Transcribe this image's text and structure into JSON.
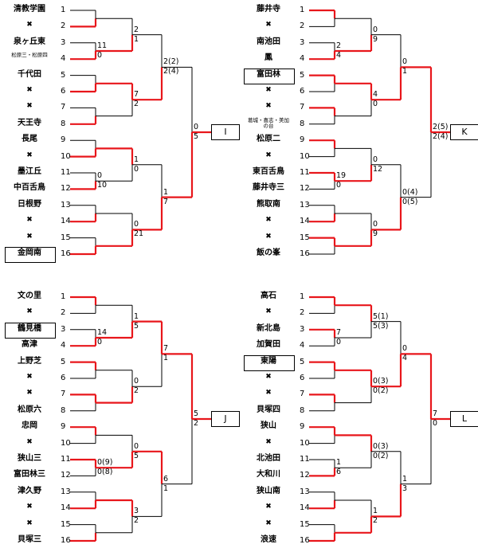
{
  "brackets": [
    {
      "block": "I",
      "teams": [
        {
          "seed": "1",
          "name": "清教学園"
        },
        {
          "seed": "2",
          "name": "✖"
        },
        {
          "seed": "3",
          "name": "泉ヶ丘東"
        },
        {
          "seed": "4",
          "name": "松原三・松原四"
        },
        {
          "seed": "5",
          "name": "千代田"
        },
        {
          "seed": "6",
          "name": "✖"
        },
        {
          "seed": "7",
          "name": "✖"
        },
        {
          "seed": "8",
          "name": "天王寺"
        },
        {
          "seed": "9",
          "name": "長尾"
        },
        {
          "seed": "10",
          "name": "✖"
        },
        {
          "seed": "11",
          "name": "墨江丘"
        },
        {
          "seed": "12",
          "name": "中百舌鳥"
        },
        {
          "seed": "13",
          "name": "日根野"
        },
        {
          "seed": "14",
          "name": "✖"
        },
        {
          "seed": "15",
          "name": "✖"
        },
        {
          "seed": "16",
          "name": "金岡南"
        }
      ],
      "r1": [
        {
          "top": "",
          "bot": ""
        },
        {
          "top": "11",
          "bot": "0"
        },
        {
          "top": "",
          "bot": ""
        },
        {
          "top": "",
          "bot": ""
        },
        {
          "top": "",
          "bot": ""
        },
        {
          "top": "0",
          "bot": "10"
        },
        {
          "top": "",
          "bot": ""
        },
        {
          "top": "",
          "bot": ""
        }
      ],
      "r2": [
        {
          "top": "2",
          "bot": "1"
        },
        {
          "top": "7",
          "bot": "2"
        },
        {
          "top": "1",
          "bot": "0"
        },
        {
          "top": "0",
          "bot": "21"
        }
      ],
      "r3": [
        {
          "top": "2(2)",
          "bot": "2(4)"
        },
        {
          "top": "1",
          "bot": "7"
        }
      ],
      "r4": {
        "top": "0",
        "bot": "5"
      }
    },
    {
      "block": "K",
      "teams": [
        {
          "seed": "1",
          "name": "藤井寺"
        },
        {
          "seed": "2",
          "name": "✖"
        },
        {
          "seed": "3",
          "name": "南池田"
        },
        {
          "seed": "4",
          "name": "鳳"
        },
        {
          "seed": "5",
          "name": "富田林"
        },
        {
          "seed": "6",
          "name": "✖"
        },
        {
          "seed": "7",
          "name": "✖"
        },
        {
          "seed": "8",
          "name": "葛城・喜志・美加の台"
        },
        {
          "seed": "9",
          "name": "松原二"
        },
        {
          "seed": "10",
          "name": "✖"
        },
        {
          "seed": "11",
          "name": "東百舌鳥"
        },
        {
          "seed": "12",
          "name": "藤井寺三"
        },
        {
          "seed": "13",
          "name": "熊取南"
        },
        {
          "seed": "14",
          "name": "✖"
        },
        {
          "seed": "15",
          "name": "✖"
        },
        {
          "seed": "16",
          "name": "飯の峯"
        }
      ],
      "r1": [
        {
          "top": "",
          "bot": ""
        },
        {
          "top": "2",
          "bot": "4"
        },
        {
          "top": "",
          "bot": ""
        },
        {
          "top": "",
          "bot": ""
        },
        {
          "top": "",
          "bot": ""
        },
        {
          "top": "19",
          "bot": "0"
        },
        {
          "top": "",
          "bot": ""
        },
        {
          "top": "",
          "bot": ""
        }
      ],
      "r2": [
        {
          "top": "0",
          "bot": "9"
        },
        {
          "top": "4",
          "bot": "0"
        },
        {
          "top": "0",
          "bot": "12"
        },
        {
          "top": "0",
          "bot": "9"
        }
      ],
      "r3": [
        {
          "top": "0",
          "bot": "1"
        },
        {
          "top": "0(4)",
          "bot": "0(5)"
        }
      ],
      "r4": {
        "top": "2(5)",
        "bot": "2(4)"
      }
    },
    {
      "block": "J",
      "teams": [
        {
          "seed": "1",
          "name": "文の里"
        },
        {
          "seed": "2",
          "name": "✖"
        },
        {
          "seed": "3",
          "name": "鶴見橋"
        },
        {
          "seed": "4",
          "name": "高津"
        },
        {
          "seed": "5",
          "name": "上野芝"
        },
        {
          "seed": "6",
          "name": "✖"
        },
        {
          "seed": "7",
          "name": "✖"
        },
        {
          "seed": "8",
          "name": "松原六"
        },
        {
          "seed": "9",
          "name": "忠岡"
        },
        {
          "seed": "10",
          "name": "✖"
        },
        {
          "seed": "11",
          "name": "狭山三"
        },
        {
          "seed": "12",
          "name": "富田林三"
        },
        {
          "seed": "13",
          "name": "津久野"
        },
        {
          "seed": "14",
          "name": "✖"
        },
        {
          "seed": "15",
          "name": "✖"
        },
        {
          "seed": "16",
          "name": "貝塚三"
        }
      ],
      "r1": [
        {
          "top": "",
          "bot": ""
        },
        {
          "top": "14",
          "bot": "0"
        },
        {
          "top": "",
          "bot": ""
        },
        {
          "top": "",
          "bot": ""
        },
        {
          "top": "",
          "bot": ""
        },
        {
          "top": "0(9)",
          "bot": "0(8)"
        },
        {
          "top": "",
          "bot": ""
        },
        {
          "top": "",
          "bot": ""
        }
      ],
      "r2": [
        {
          "top": "1",
          "bot": "5"
        },
        {
          "top": "0",
          "bot": "2"
        },
        {
          "top": "0",
          "bot": "5"
        },
        {
          "top": "3",
          "bot": "2"
        }
      ],
      "r3": [
        {
          "top": "7",
          "bot": "1"
        },
        {
          "top": "6",
          "bot": "1"
        }
      ],
      "r4": {
        "top": "5",
        "bot": "2"
      }
    },
    {
      "block": "L",
      "teams": [
        {
          "seed": "1",
          "name": "高石"
        },
        {
          "seed": "2",
          "name": "✖"
        },
        {
          "seed": "3",
          "name": "新北島"
        },
        {
          "seed": "4",
          "name": "加賀田"
        },
        {
          "seed": "5",
          "name": "東陽"
        },
        {
          "seed": "6",
          "name": "✖"
        },
        {
          "seed": "7",
          "name": "✖"
        },
        {
          "seed": "8",
          "name": "貝塚四"
        },
        {
          "seed": "9",
          "name": "狭山"
        },
        {
          "seed": "10",
          "name": "✖"
        },
        {
          "seed": "11",
          "name": "北池田"
        },
        {
          "seed": "12",
          "name": "大和川"
        },
        {
          "seed": "13",
          "name": "狭山南"
        },
        {
          "seed": "14",
          "name": "✖"
        },
        {
          "seed": "15",
          "name": "✖"
        },
        {
          "seed": "16",
          "name": "浪速"
        }
      ],
      "r1": [
        {
          "top": "",
          "bot": ""
        },
        {
          "top": "7",
          "bot": "0"
        },
        {
          "top": "",
          "bot": ""
        },
        {
          "top": "",
          "bot": ""
        },
        {
          "top": "",
          "bot": ""
        },
        {
          "top": "1",
          "bot": "6"
        },
        {
          "top": "",
          "bot": ""
        },
        {
          "top": "",
          "bot": ""
        }
      ],
      "r2": [
        {
          "top": "5(1)",
          "bot": "5(3)"
        },
        {
          "top": "0(3)",
          "bot": "0(2)"
        },
        {
          "top": "0(3)",
          "bot": "0(2)"
        },
        {
          "top": "1",
          "bot": "2"
        }
      ],
      "r3": [
        {
          "top": "0",
          "bot": "4"
        },
        {
          "top": "1",
          "bot": "3"
        }
      ],
      "r4": {
        "top": "7",
        "bot": "0"
      }
    }
  ]
}
